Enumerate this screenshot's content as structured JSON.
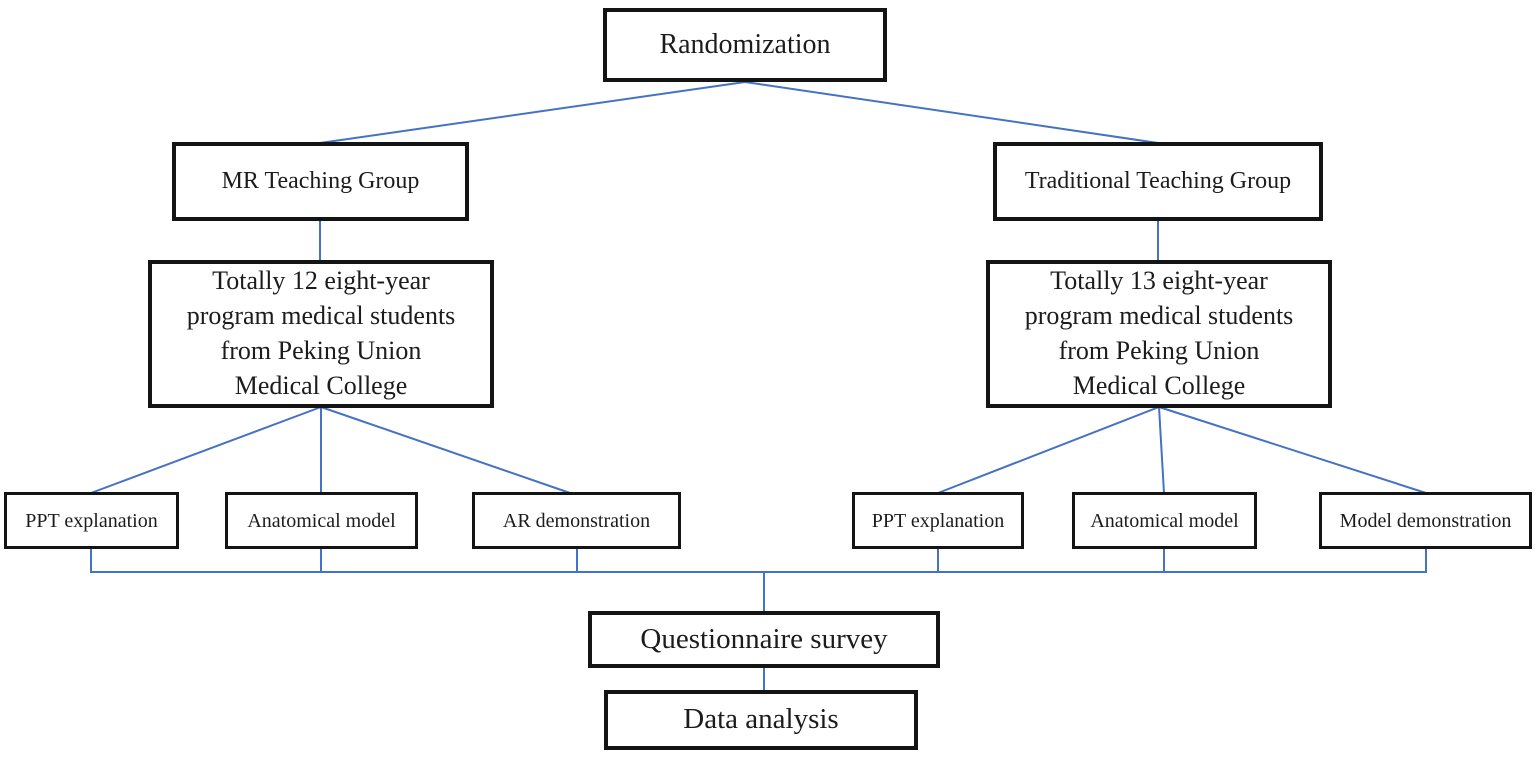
{
  "diagram": {
    "type": "flowchart",
    "colors": {
      "line": "#4472C4",
      "box_border": "#141414",
      "background": "#ffffff"
    },
    "nodes": {
      "randomization": {
        "label": "Randomization"
      },
      "mr_group": {
        "label": "MR Teaching Group"
      },
      "traditional_group": {
        "label": "Traditional Teaching Group"
      },
      "mr_cohort": {
        "label": "Totally 12 eight-year program medical students from Peking Union Medical College",
        "lines": [
          "Totally 12 eight-year",
          "program medical students",
          "from  Peking Union",
          "Medical College"
        ]
      },
      "traditional_cohort": {
        "label": "Totally 13 eight-year program medical students from Peking Union Medical College",
        "lines": [
          "Totally 13 eight-year",
          "program medical students",
          "from  Peking Union",
          "Medical College"
        ]
      },
      "mr_ppt": {
        "label": "PPT explanation"
      },
      "mr_anatomical": {
        "label": "Anatomical model"
      },
      "mr_ar": {
        "label": "AR demonstration"
      },
      "trad_ppt": {
        "label": "PPT explanation"
      },
      "trad_anatomical": {
        "label": "Anatomical model"
      },
      "trad_model": {
        "label": "Model demonstration"
      },
      "questionnaire": {
        "label": "Questionnaire survey"
      },
      "data_analysis": {
        "label": "Data analysis"
      }
    },
    "edges": [
      {
        "from": "randomization",
        "to": "mr_group"
      },
      {
        "from": "randomization",
        "to": "traditional_group"
      },
      {
        "from": "mr_group",
        "to": "mr_cohort"
      },
      {
        "from": "traditional_group",
        "to": "traditional_cohort"
      },
      {
        "from": "mr_cohort",
        "to": "mr_ppt"
      },
      {
        "from": "mr_cohort",
        "to": "mr_anatomical"
      },
      {
        "from": "mr_cohort",
        "to": "mr_ar"
      },
      {
        "from": "traditional_cohort",
        "to": "trad_ppt"
      },
      {
        "from": "traditional_cohort",
        "to": "trad_anatomical"
      },
      {
        "from": "traditional_cohort",
        "to": "trad_model"
      },
      {
        "from": "mr_ppt",
        "to": "questionnaire"
      },
      {
        "from": "mr_anatomical",
        "to": "questionnaire"
      },
      {
        "from": "mr_ar",
        "to": "questionnaire"
      },
      {
        "from": "trad_ppt",
        "to": "questionnaire"
      },
      {
        "from": "trad_anatomical",
        "to": "questionnaire"
      },
      {
        "from": "trad_model",
        "to": "questionnaire"
      },
      {
        "from": "questionnaire",
        "to": "data_analysis"
      }
    ]
  }
}
